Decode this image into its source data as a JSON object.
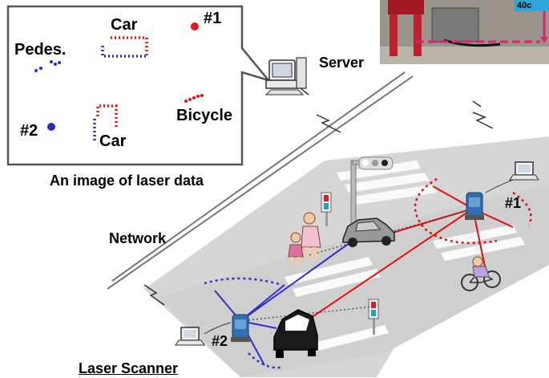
{
  "bubble": {
    "car_top": "Car",
    "car_bottom": "Car",
    "pedestrians": "Pedes.",
    "bicycle": "Bicycle",
    "marker_1": "#1",
    "marker_2": "#2",
    "caption": "An image of laser data"
  },
  "labels": {
    "server": "Server",
    "network": "Network",
    "scanner_1": "#1",
    "scanner_2": "#2",
    "laser_scanner": "Laser Scanner"
  },
  "photo": {
    "tag": "40c"
  },
  "colors": {
    "red_points": "#e8141a",
    "blue_points": "#2a2ad0",
    "road": "#d6d6d6",
    "crosswalk": "#ffffff",
    "red_beam": "#e01010",
    "blue_beam": "#3030c8",
    "photo_accent": "#2fa6d8"
  },
  "icons": [
    "server-computer-icon",
    "laptop-icon",
    "laser-scanner-icon",
    "traffic-light-icon",
    "car-icon",
    "pedestrian-icon",
    "bicycle-icon",
    "wireless-link-icon"
  ]
}
